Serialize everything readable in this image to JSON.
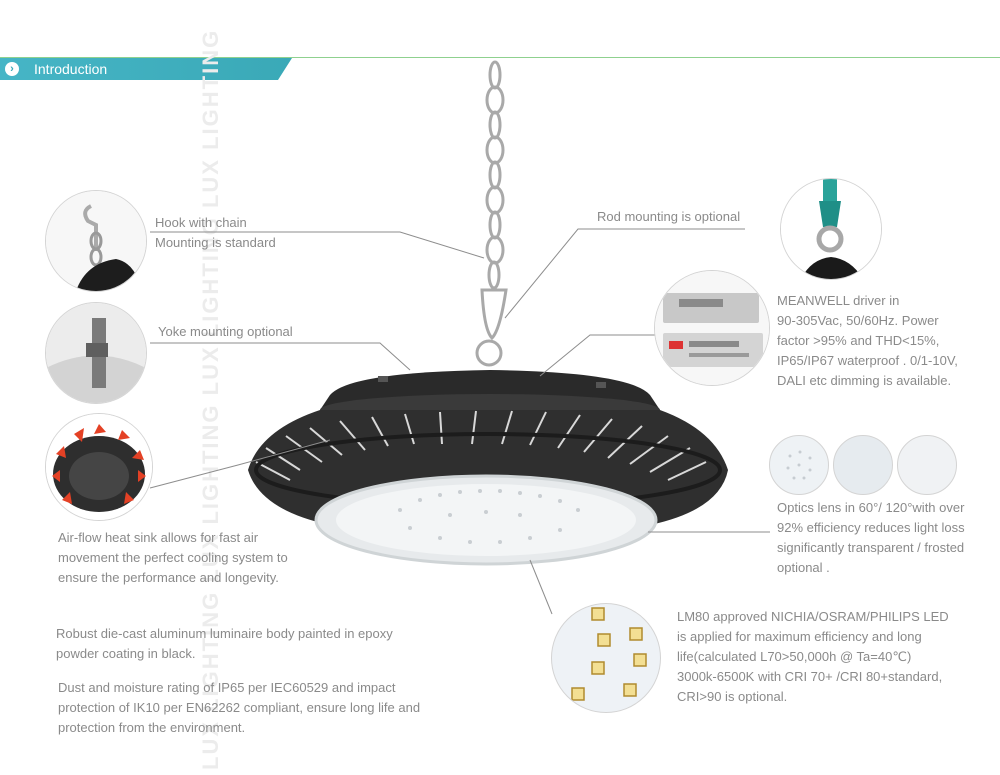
{
  "header": {
    "title": "Introduction",
    "arrow_icon": "chevron-right-icon",
    "accent": "#3aa9b7"
  },
  "watermark": "LUX LIGHTING   LUX LIGHTING   LUX LIGHTING   LUX LIGHTING",
  "callouts": {
    "hook": [
      "Hook with chain",
      "Mounting is standard"
    ],
    "rod": "Rod mounting is optional",
    "yoke": "Yoke mounting optional",
    "heatsink": [
      "Air-flow heat sink allows for fast air",
      "movement the perfect cooling system to",
      "ensure the performance and longevity."
    ],
    "body": [
      "Robust die-cast aluminum luminaire  body painted in epoxy",
      "powder coating in black."
    ],
    "rating": [
      "Dust and moisture rating of IP65 per IEC60529 and impact",
      "protection of IK10 per EN62262 compliant, ensure long life and",
      "protection from the environment."
    ],
    "driver": [
      "MEANWELL driver in",
      "90-305Vac, 50/60Hz. Power",
      "factor >95% and THD<15%,",
      "IP65/IP67 waterproof . 0/1-10V,",
      "DALI etc dimming is available."
    ],
    "optics": [
      "Optics lens in 60°/ 120°with over",
      "92% efficiency reduces light loss",
      "significantly transparent / frosted",
      "optional ."
    ],
    "led": [
      "LM80 approved NICHIA/OSRAM/PHILIPS LED",
      "is applied for maximum efficiency and long",
      "life(calculated L70>50,000h @ Ta=40℃)",
      "3000k-6500K with CRI 70+ /CRI 80+standard,",
      "CRI>90 is optional."
    ]
  }
}
